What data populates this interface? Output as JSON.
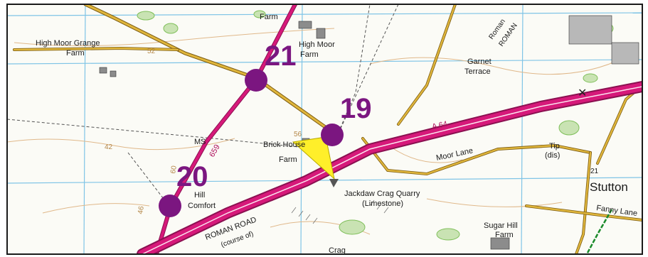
{
  "map": {
    "colors": {
      "background": "#fbfbf6",
      "border": "#1a1a1a",
      "grid": "#7fc4e6",
      "a_road": "#d6197a",
      "a_road_edge": "#8a1050",
      "minor_road": "#e0b63c",
      "route_purple": "#7b1680",
      "woodland": "#7fbf5a",
      "contour": "#e0b88a",
      "marker_yellow": "#ffef2a",
      "path_dash": "#555555"
    },
    "waypoints": [
      {
        "label": "21"
      },
      {
        "label": "19"
      },
      {
        "label": "20"
      }
    ],
    "labels": {
      "farm_top": "Farm",
      "high_moor_grange_1": "High Moor Grange",
      "high_moor_grange_2": "Farm",
      "spot_52": "52",
      "high_moor_farm_1": "High Moor",
      "high_moor_farm_2": "Farm",
      "garnet_terrace_1": "Garnet",
      "garnet_terrace_2": "Terrace",
      "roman_top": "ROMAN",
      "roman_small": "Roman",
      "a64": "A 64",
      "brick_house_1": "Brick House",
      "brick_house_2": "Farm",
      "spot_56": "56",
      "ms": "MS",
      "spot_42": "42",
      "road_659": "659",
      "moor_lane": "Moor Lane",
      "tip_1": "Tip",
      "tip_2": "(dis)",
      "stutton": "Stutton",
      "spot_21": "21",
      "fanny_lane": "Fanny Lane",
      "hill_comfort_1": "Hill",
      "hill_comfort_2": "Comfort",
      "jackdaw_1": "Jackdaw Crag Quarry",
      "jackdaw_2": "(Limestone)",
      "roman_road": "ROMAN ROAD",
      "course_of": "(course of)",
      "sugar_hill_1": "Sugar Hill",
      "sugar_hill_2": "Farm",
      "crag": "Crag",
      "spot_46": "46",
      "spot_60": "60"
    }
  }
}
